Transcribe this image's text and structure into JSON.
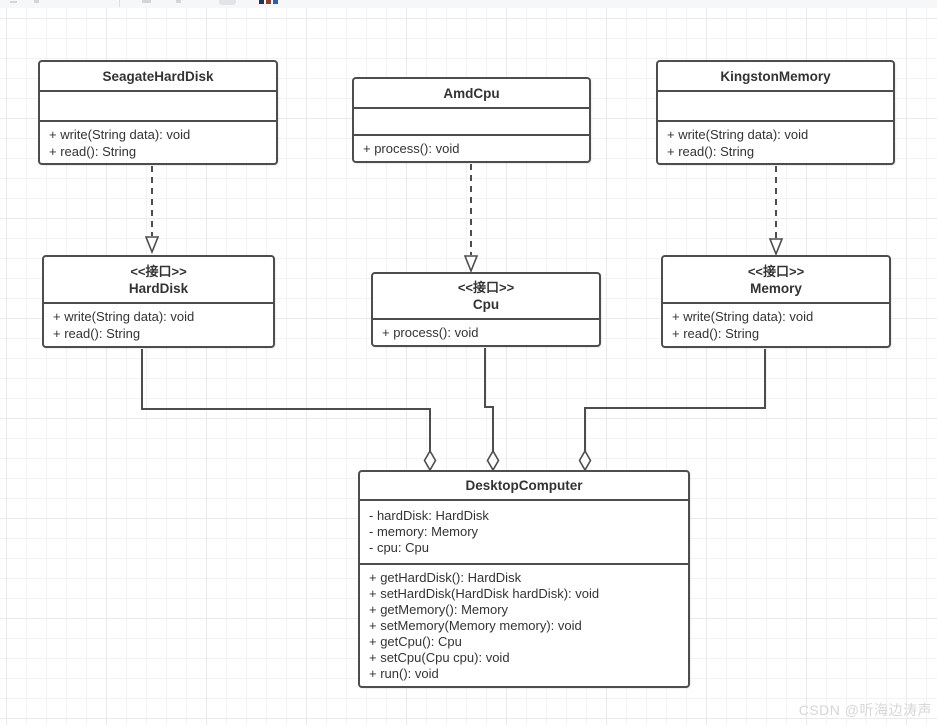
{
  "toolbar": {
    "note": "cropped toolbar strip"
  },
  "watermark": "CSDN @听海边涛声",
  "diagram": {
    "classes": {
      "seagate": {
        "name": "SeagateHardDisk",
        "fields": [],
        "methods": [
          "+ write(String data): void",
          "+ read(): String"
        ]
      },
      "amdcpu": {
        "name": "AmdCpu",
        "fields": [],
        "methods": [
          "+ process(): void"
        ]
      },
      "kingston": {
        "name": "KingstonMemory",
        "fields": [],
        "methods": [
          "+ write(String data): void",
          "+ read(): String"
        ]
      },
      "harddisk": {
        "stereotype": "<<接口>>",
        "name": "HardDisk",
        "methods": [
          "+ write(String data): void",
          "+ read(): String"
        ]
      },
      "cpu": {
        "stereotype": "<<接口>>",
        "name": "Cpu",
        "methods": [
          "+ process(): void"
        ]
      },
      "memory": {
        "stereotype": "<<接口>>",
        "name": "Memory",
        "methods": [
          "+ write(String data): void",
          "+ read(): String"
        ]
      },
      "desktop": {
        "name": "DesktopComputer",
        "fields": [
          "- hardDisk: HardDisk",
          "- memory: Memory",
          "- cpu: Cpu"
        ],
        "methods": [
          "+ getHardDisk(): HardDisk",
          "+ setHardDisk(HardDisk hardDisk): void",
          "+ getMemory(): Memory",
          "+ setMemory(Memory memory): void",
          "+ getCpu(): Cpu",
          "+ setCpu(Cpu cpu): void",
          "+ run(): void"
        ]
      }
    },
    "relations": [
      {
        "type": "realization",
        "from": "SeagateHardDisk",
        "to": "HardDisk"
      },
      {
        "type": "realization",
        "from": "AmdCpu",
        "to": "Cpu"
      },
      {
        "type": "realization",
        "from": "KingstonMemory",
        "to": "Memory"
      },
      {
        "type": "aggregation",
        "from": "HardDisk",
        "to": "DesktopComputer"
      },
      {
        "type": "aggregation",
        "from": "Cpu",
        "to": "DesktopComputer"
      },
      {
        "type": "aggregation",
        "from": "Memory",
        "to": "DesktopComputer"
      }
    ],
    "colors": {
      "stroke": "#4d4d4d",
      "text": "#333333",
      "fill": "#ffffff",
      "grid_minor": "#f3f3f6",
      "grid_major": "#e9e9ee"
    }
  }
}
